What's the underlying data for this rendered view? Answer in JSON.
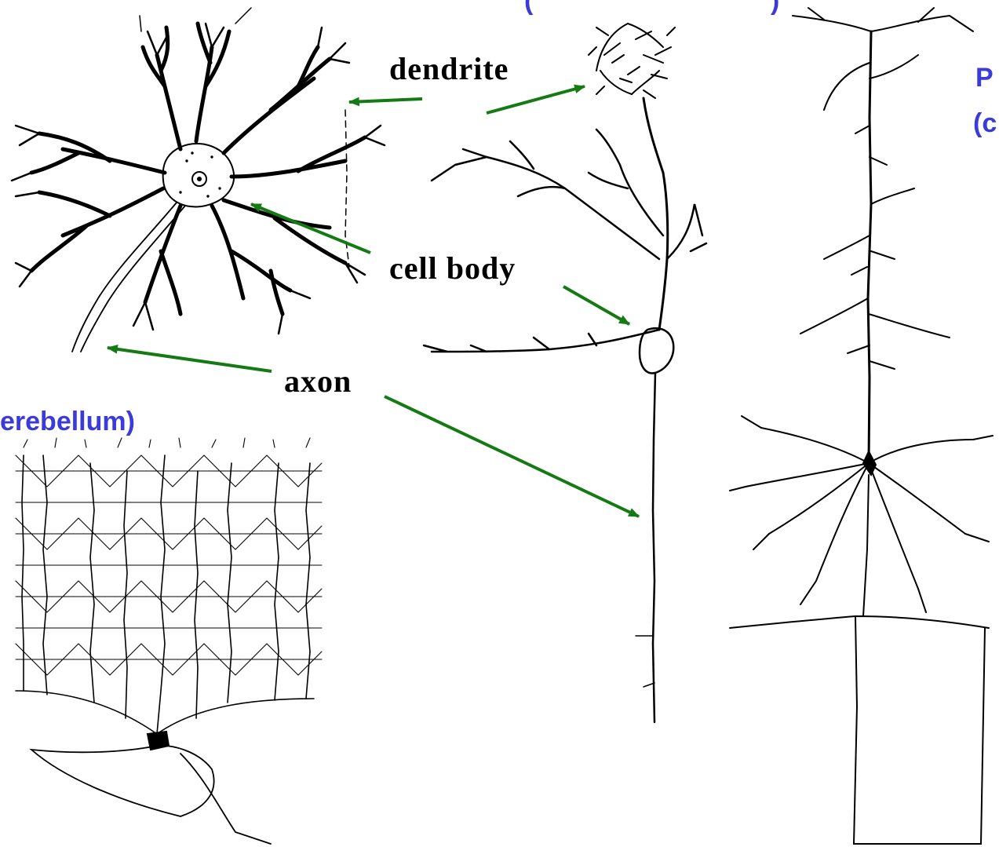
{
  "labels": {
    "dendrite": "dendrite",
    "cell_body": "cell body",
    "axon": "axon"
  },
  "titles": {
    "top_center": "(",
    "top_center_end": ")",
    "right_top": "P",
    "right_sub": "(c",
    "left_cerebellum": "erebellum)"
  },
  "colors": {
    "arrow": "#147a14",
    "title": "#3b3bd9",
    "ink": "#000000"
  }
}
